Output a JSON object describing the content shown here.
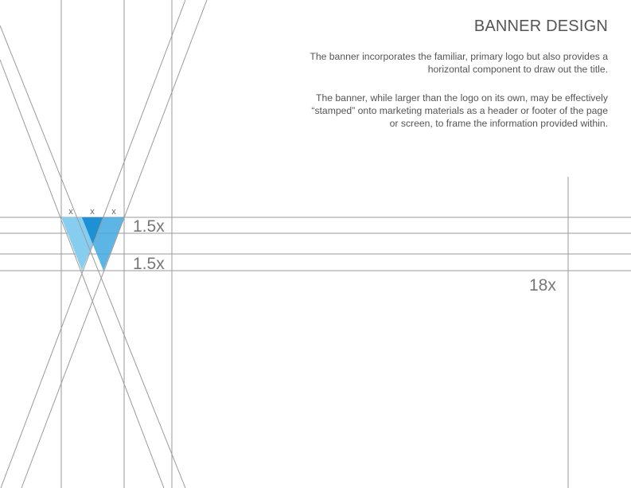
{
  "header": {
    "title": "BANNER DESIGN",
    "paragraph_1": "The banner incorporates the familiar, primary logo but also provides a horizontal component to draw out the title.",
    "paragraph_2": "The banner, while larger than the logo on its own, may be effectively “stamped” onto marketing materials as a header or footer of the page or screen, to frame the information provided within."
  },
  "diagram": {
    "unit_labels": [
      "x",
      "x",
      "x"
    ],
    "measure_top": "1.5x",
    "measure_bottom": "1.5x",
    "measure_width": "18x"
  },
  "colors": {
    "grid_line": "#9a9a9a",
    "text": "#555555",
    "triangle_light": "#86cdf0",
    "triangle_dark": "#3fa8e0",
    "triangle_overlap": "#1e90d4"
  }
}
